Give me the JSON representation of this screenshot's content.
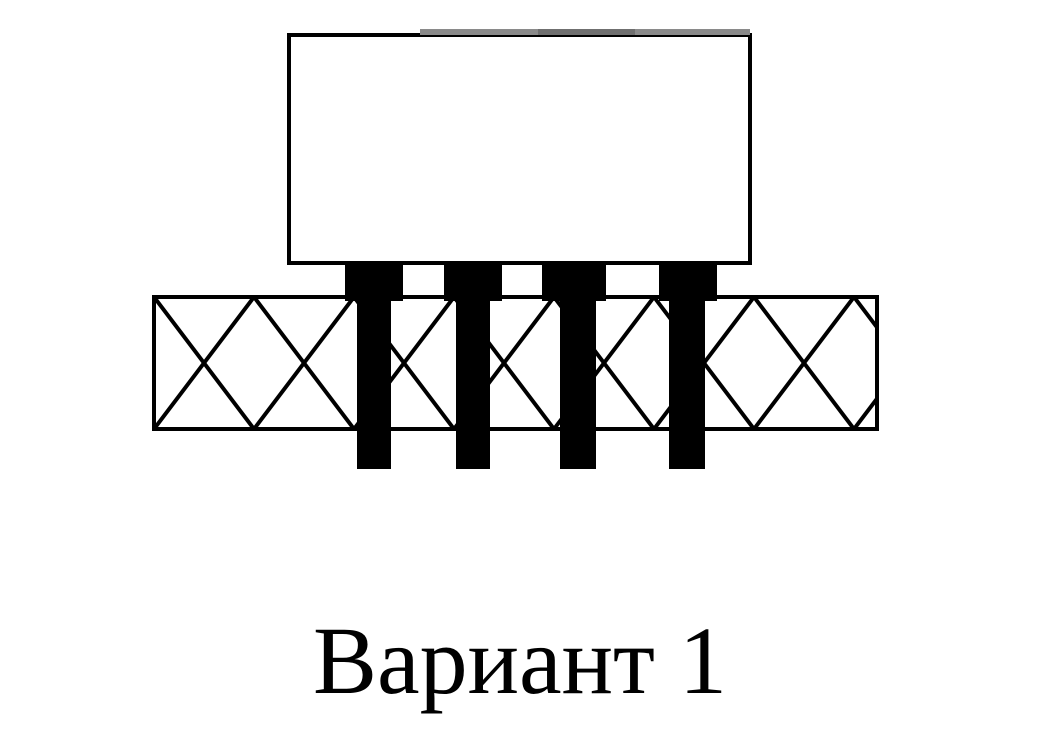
{
  "caption": "Вариант 1",
  "diagram": {
    "component": "rectangular-package",
    "pin_count": 4,
    "board_fill": "cross-hatch",
    "colors": {
      "ink": "#000000",
      "background": "#ffffff",
      "top_edge_accent": "#8a8a8a"
    }
  }
}
